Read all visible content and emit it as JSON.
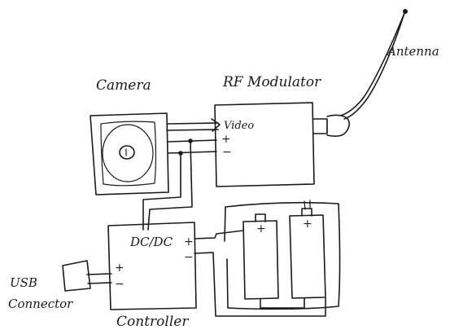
{
  "labels": {
    "antenna": "Antenna",
    "camera": "Camera",
    "rf_modulator": "RF Modulator",
    "video": "Video",
    "rf_plus": "+",
    "rf_minus": "−",
    "dcdc": "DC/DC",
    "dc_plus": "+",
    "dc_minus": "−",
    "ctrl_plus": "+",
    "ctrl_minus": "−",
    "controller": "Controller",
    "usb_line1": "USB",
    "usb_line2": "Connector",
    "battery1_plus": "+",
    "battery2_plus": "+"
  }
}
